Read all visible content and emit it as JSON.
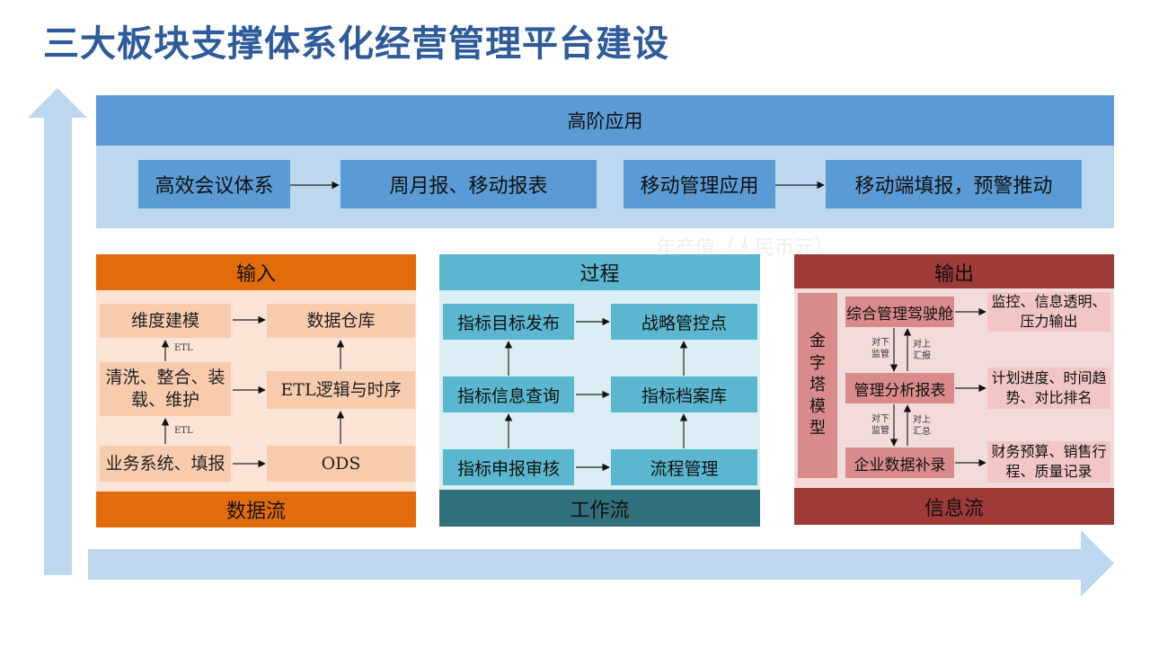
{
  "title": "三大板块支撑体系化经营管理平台建设",
  "top": {
    "header": "高阶应用",
    "items": [
      "高效会议体系",
      "周月报、移动报表",
      "移动管理应用",
      "移动端填报，预警推动"
    ]
  },
  "faint_text": "年产值（人民币元）",
  "input": {
    "header": "输入",
    "footer": "数据流",
    "dim_model": "维度建模",
    "warehouse": "数据仓库",
    "clean_line1": "清洗、整合、装",
    "clean_line2": "载、维护",
    "etl_logic": "ETL逻辑与时序",
    "business": "业务系统、填报",
    "ods": "ODS",
    "etl_label_1": "ETL",
    "etl_label_2": "ETL"
  },
  "process": {
    "header": "过程",
    "footer": "工作流",
    "target_publish": "指标目标发布",
    "strategy": "战略管控点",
    "info_query": "指标信息查询",
    "archive": "指标档案库",
    "declare": "指标申报审核",
    "flow": "流程管理"
  },
  "output": {
    "header": "输出",
    "footer": "信息流",
    "pyramid": [
      "金",
      "字",
      "塔",
      "模",
      "型"
    ],
    "cockpit": "综合管理驾驶舱",
    "analysis": "管理分析报表",
    "enterprise": "企业数据补录",
    "monitor_line1": "监控、信息透明、",
    "monitor_line2": "压力输出",
    "plan_line1": "计划进度、时间趋",
    "plan_line2": "势、对比排名",
    "finance_line1": "财务预算、销售行",
    "finance_line2": "程、质量记录",
    "down_1_line1": "对下",
    "down_1_line2": "监管",
    "up_1_line1": "对上",
    "up_1_line2": "汇报",
    "down_2_line1": "对下",
    "down_2_line2": "监管",
    "up_2_line1": "对上",
    "up_2_line2": "汇总"
  },
  "colors": {
    "title": "#2e5b9a",
    "blue": "#5b9bd5",
    "light_blue": "#bdd7ee",
    "orange": "#e36c0a",
    "teal": "#31707d",
    "red": "#9e3a38"
  }
}
